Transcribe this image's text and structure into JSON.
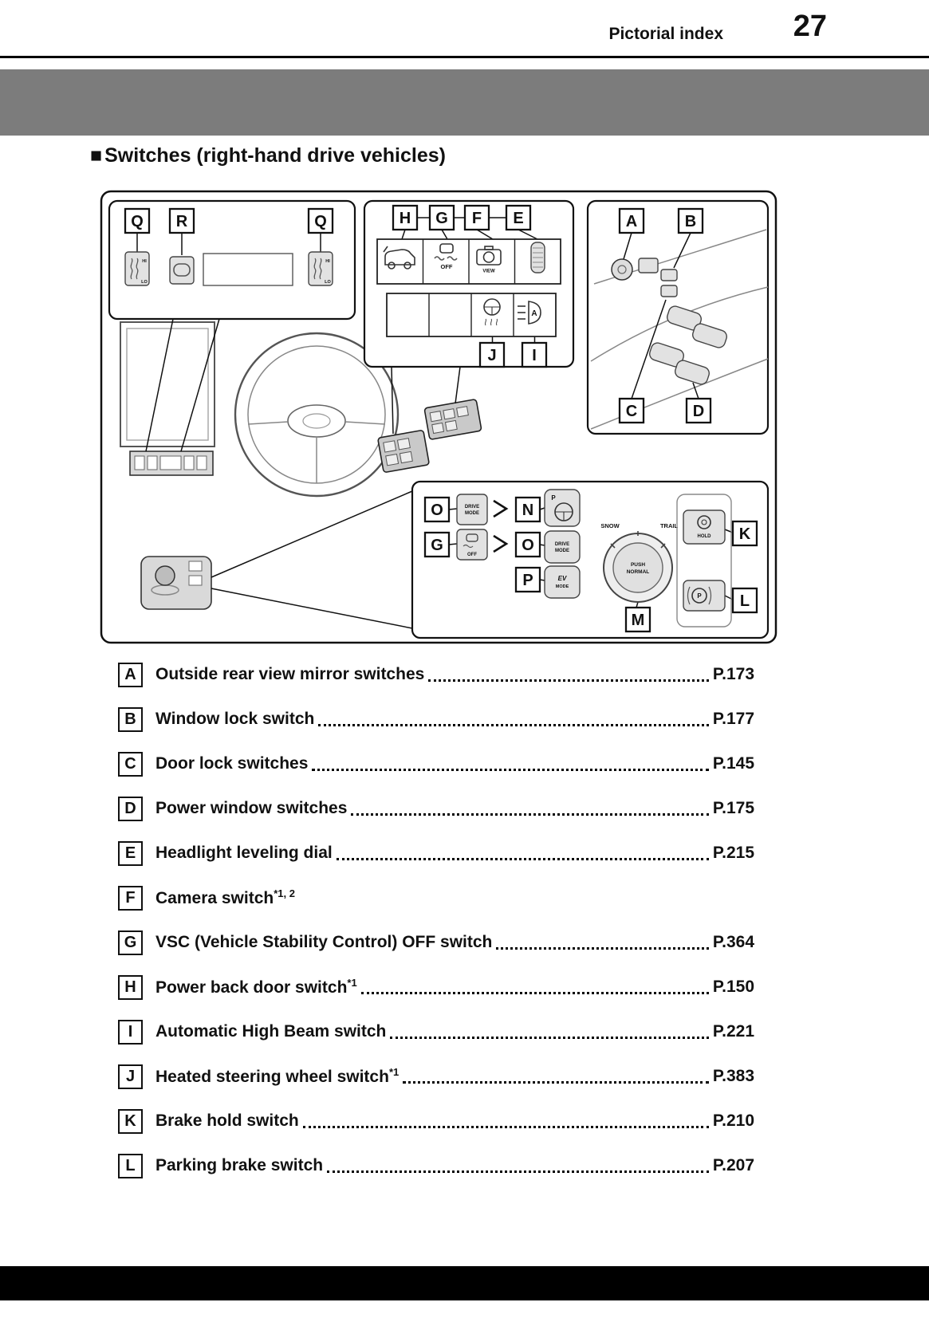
{
  "header": {
    "title": "Pictorial index",
    "page_number": "27"
  },
  "section": {
    "bullet": "■",
    "title": "Switches (right-hand drive vehicles)"
  },
  "diagram": {
    "callouts": {
      "q1": "Q",
      "r": "R",
      "q2": "Q",
      "h": "H",
      "g1": "G",
      "f": "F",
      "e": "E",
      "a": "A",
      "b": "B",
      "j": "J",
      "i": "I",
      "c": "C",
      "d": "D",
      "o1": "O",
      "g2": "G",
      "n": "N",
      "o2": "O",
      "p": "P",
      "m": "M",
      "k": "K",
      "l": "L"
    },
    "labels": {
      "hi": "HI",
      "lo": "LO",
      "off": "OFF",
      "view": "VIEW",
      "drive": "DRIVE",
      "mode": "MODE",
      "ev": "EV",
      "snow": "SNOW",
      "trail": "TRAIL",
      "push": "PUSH",
      "normal": "NORMAL",
      "hold": "HOLD",
      "p": "P",
      "a": "A"
    }
  },
  "index": {
    "items": [
      {
        "key": "A",
        "label": "Outside rear view mirror switches",
        "sup": "",
        "page": "P.173"
      },
      {
        "key": "B",
        "label": "Window lock switch",
        "sup": "",
        "page": "P.177"
      },
      {
        "key": "C",
        "label": "Door lock switches",
        "sup": "",
        "page": "P.145"
      },
      {
        "key": "D",
        "label": "Power window switches",
        "sup": "",
        "page": "P.175"
      },
      {
        "key": "E",
        "label": "Headlight leveling dial",
        "sup": "",
        "page": "P.215"
      },
      {
        "key": "F",
        "label": "Camera switch",
        "sup": "*1, 2",
        "page": ""
      },
      {
        "key": "G",
        "label": "VSC (Vehicle Stability Control) OFF switch",
        "sup": "",
        "page": "P.364"
      },
      {
        "key": "H",
        "label": "Power back door switch",
        "sup": "*1",
        "page": "P.150"
      },
      {
        "key": "I",
        "label": "Automatic High Beam switch",
        "sup": "",
        "page": "P.221"
      },
      {
        "key": "J",
        "label": "Heated steering wheel switch",
        "sup": "*1",
        "page": "P.383"
      },
      {
        "key": "K",
        "label": "Brake hold switch",
        "sup": "",
        "page": "P.210"
      },
      {
        "key": "L",
        "label": "Parking brake switch",
        "sup": "",
        "page": "P.207"
      }
    ]
  }
}
